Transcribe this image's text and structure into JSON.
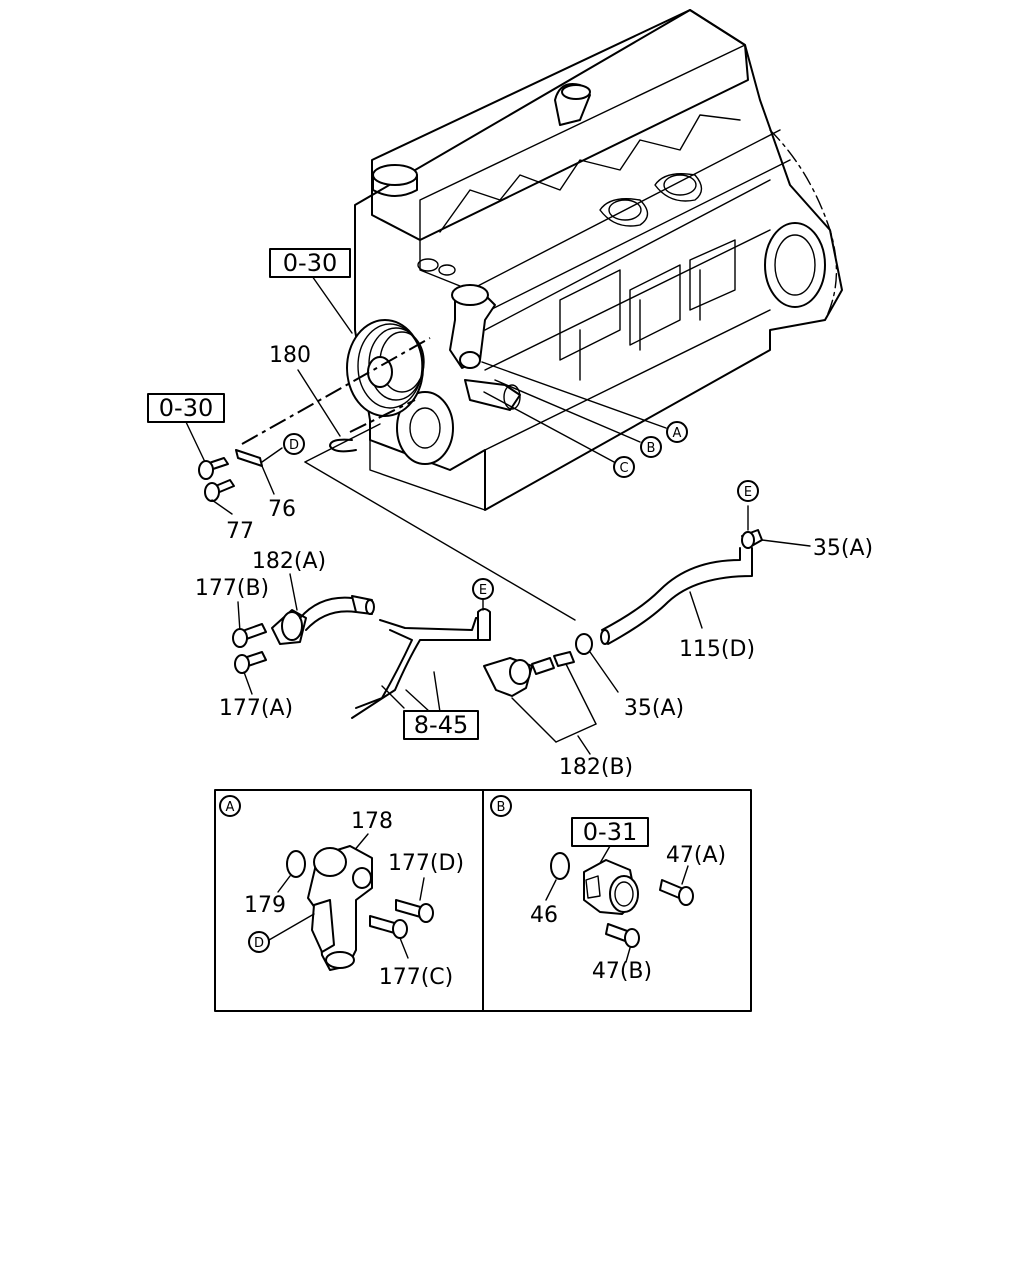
{
  "labels": {
    "ref_030_top": "0-30",
    "ref_030_left": "0-30",
    "ref_845": "8-45",
    "ref_031": "0-31",
    "p180": "180",
    "p76": "76",
    "p77": "77",
    "p182a": "182(A)",
    "p177b": "177(B)",
    "p177a": "177(A)",
    "p35a_top": "35(A)",
    "p115d": "115(D)",
    "p35a_mid": "35(A)",
    "p182b": "182(B)",
    "p178": "178",
    "p177d": "177(D)",
    "p179": "179",
    "p177c": "177(C)",
    "p46": "46",
    "p47a": "47(A)",
    "p47b": "47(B)"
  },
  "markers": {
    "a": "A",
    "b": "B",
    "c": "C",
    "d": "D",
    "e": "E"
  },
  "detail_panels": {
    "left": "A",
    "right": "B"
  }
}
